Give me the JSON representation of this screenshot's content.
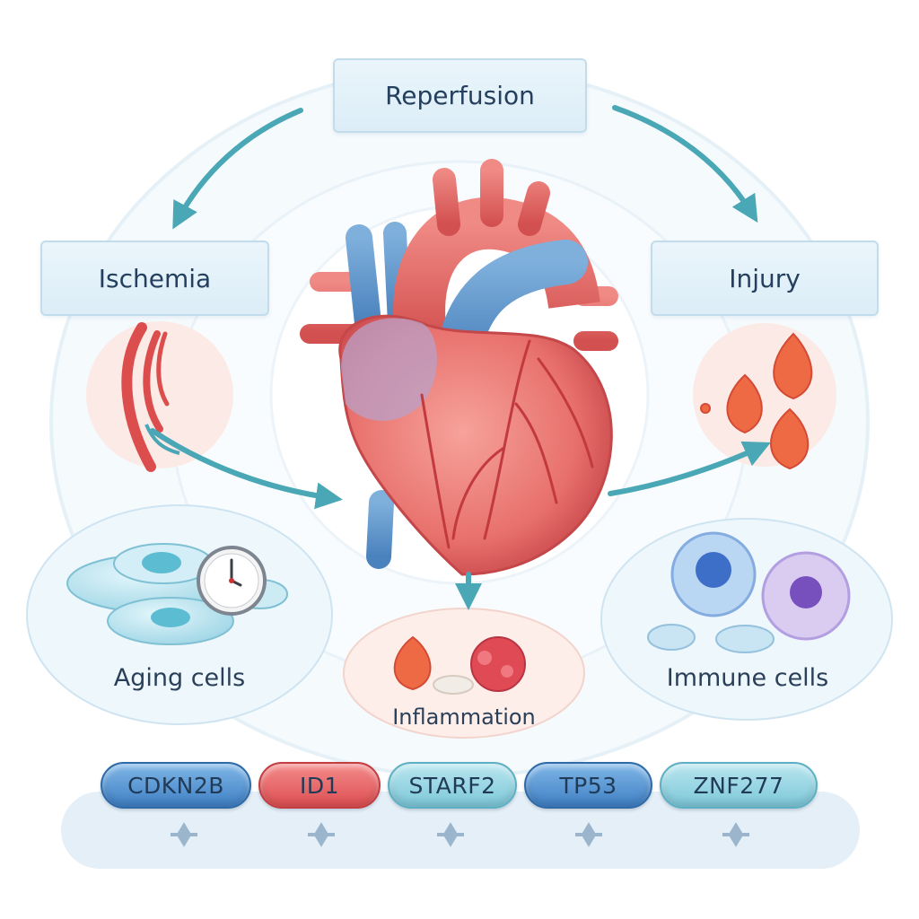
{
  "nodes": {
    "reperfusion": "Reperfusion",
    "ischemia": "Ischemia",
    "injury": "Injury",
    "aging_cells": "Aging cells",
    "immune_cells": "Immune cells",
    "inflammation": "Inflammation"
  },
  "genes": [
    "CDKN2B",
    "ID1",
    "STARF2",
    "TP53",
    "ZNF277"
  ],
  "colors": {
    "arrow": "#4aa7b6",
    "box_fill": "#e3f1f9",
    "heart": "#e86a68",
    "vessel_blue": "#5c94c9",
    "gene_blue": "#4a8ad0",
    "gene_red": "#e45a5c",
    "gene_teal": "#8fd3e0"
  }
}
